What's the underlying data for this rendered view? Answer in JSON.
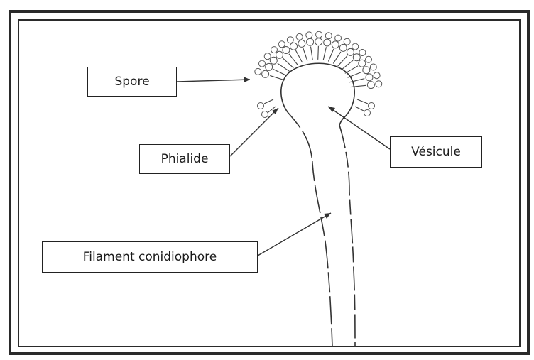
{
  "diagram": {
    "labels": {
      "spore": "Spore",
      "phialide": "Phialide",
      "vesicule": "Vésicule",
      "filament": "Filament conidiophore"
    }
  },
  "colors": {
    "ink": "#222222",
    "frame": "#2a2a2a",
    "background": "#ffffff"
  }
}
